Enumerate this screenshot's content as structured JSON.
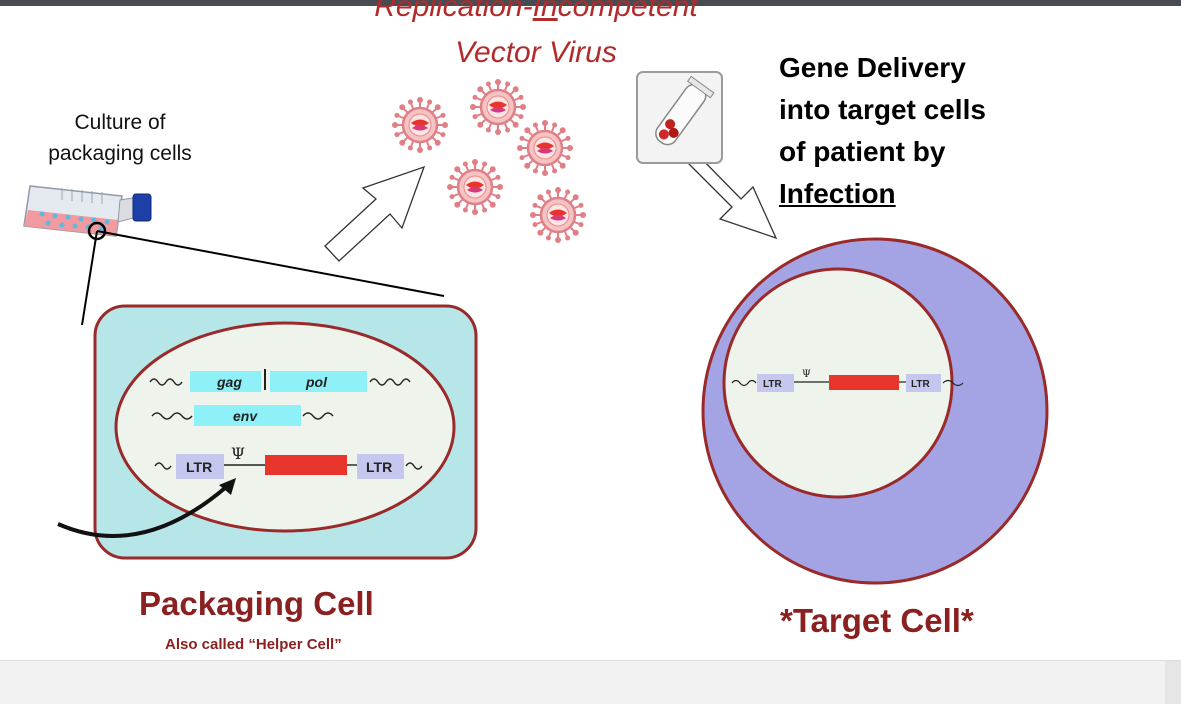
{
  "virus": {
    "title_line1_pre": "Replication-",
    "title_line1_under": "In",
    "title_line1_post": "competent",
    "title_line2": "Vector Virus"
  },
  "culture_label_line1": "Culture of",
  "culture_label_line2": "packaging cells",
  "gene_delivery": {
    "line1": "Gene Delivery",
    "line2": "into target cells",
    "line3": "of patient by",
    "line4": "Infection"
  },
  "packaging_cell": {
    "title": "Packaging Cell",
    "subtitle": "Also called “Helper Cell”",
    "genes": {
      "gag": "gag",
      "pol": "pol",
      "env": "env"
    },
    "ltr_left": "LTR",
    "ltr_right": "LTR",
    "psi": "Ψ"
  },
  "target_cell": {
    "title": "*Target Cell*",
    "ltr_left": "LTR",
    "ltr_right": "LTR",
    "psi": "Ψ"
  },
  "colors": {
    "cell_fill": "#b7e6e9",
    "cell_border": "#9a2a2a",
    "nucleus_fill": "#eef3ec",
    "target_cytoplasm": "#a4a4e4",
    "gene_box": "#8df1f7",
    "ltr_box": "#c5c7ee",
    "transgene": "#e8352c",
    "virus": "#e07f86",
    "title_red": "#8b2020"
  }
}
